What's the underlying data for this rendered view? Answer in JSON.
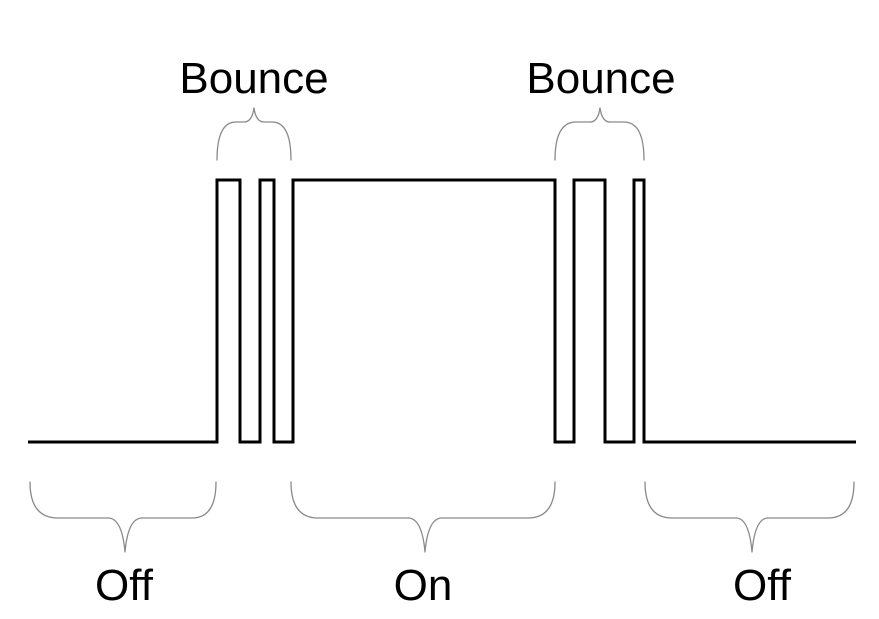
{
  "diagram": {
    "labels": {
      "bounce_left": "Bounce",
      "bounce_right": "Bounce",
      "off_left": "Off",
      "on_middle": "On",
      "off_right": "Off"
    },
    "colors": {
      "signal": "#000000",
      "brace": "#8a8a8a",
      "text": "#000000",
      "background": "#ffffff"
    }
  }
}
